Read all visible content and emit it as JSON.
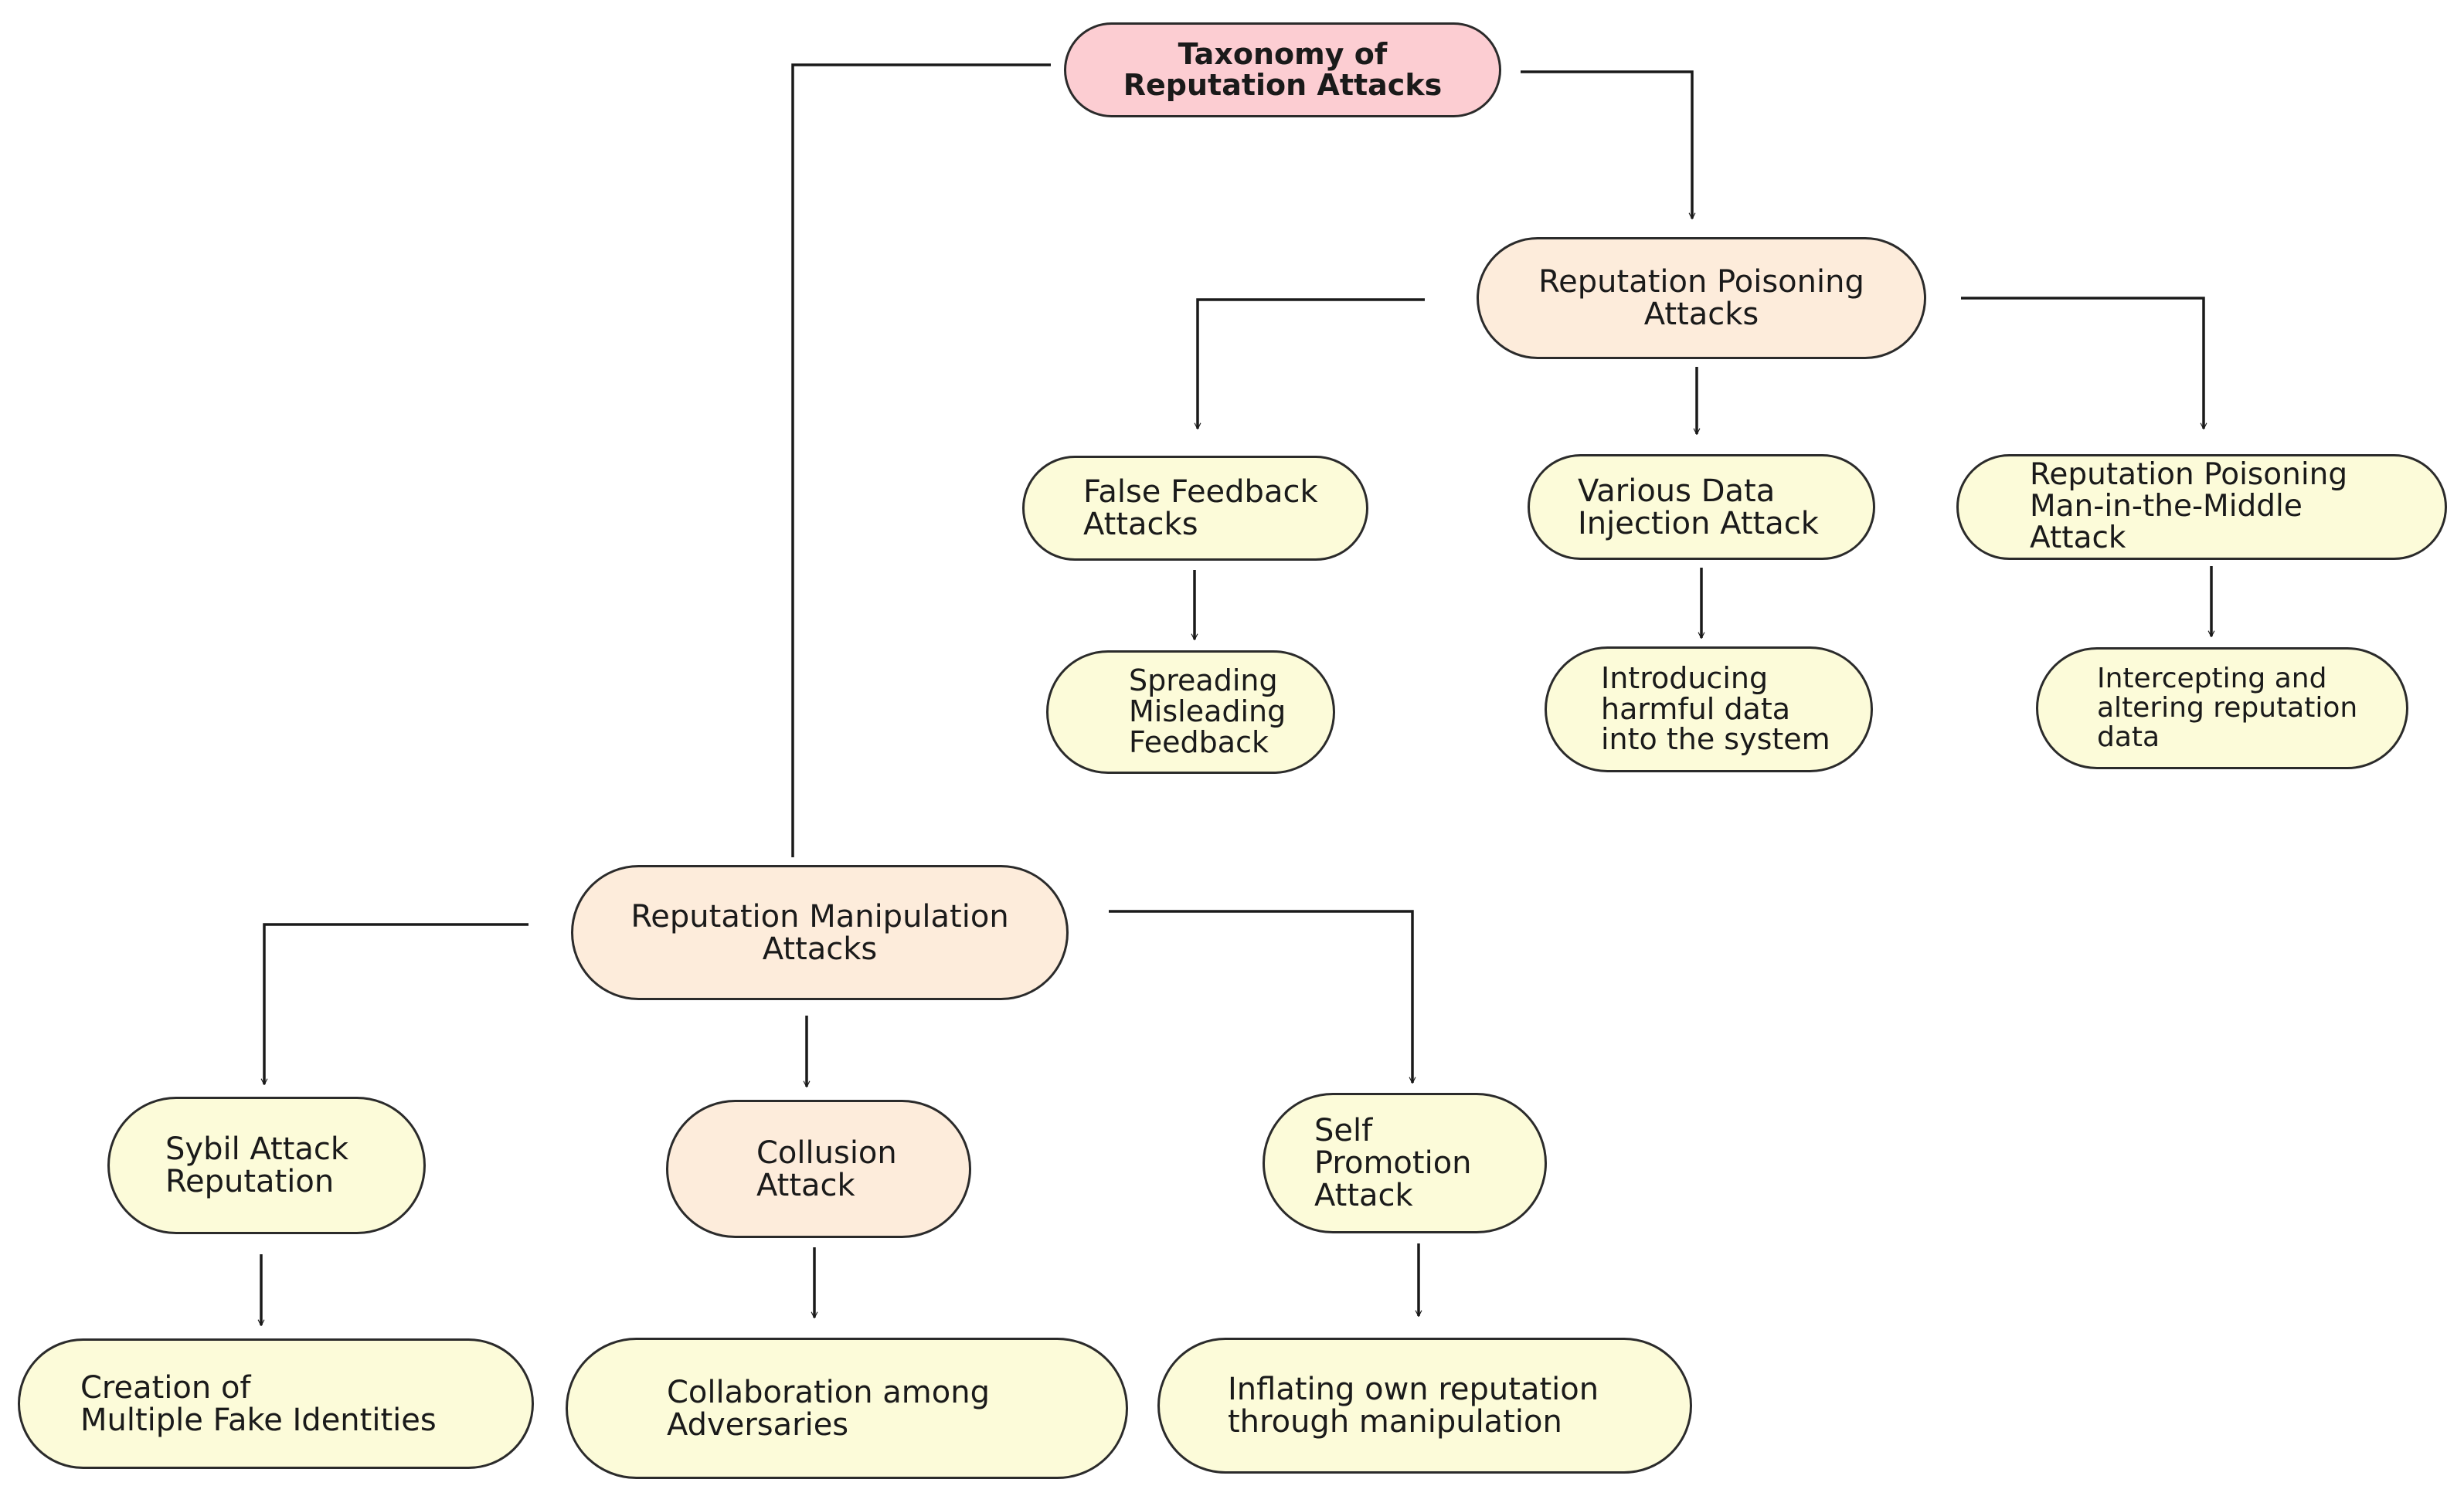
{
  "diagram": {
    "root": {
      "lines": [
        "Taxonomy of",
        "Reputation Attacks"
      ]
    },
    "poisoning": {
      "category": {
        "lines": [
          "Reputation Poisoning",
          "Attacks"
        ]
      },
      "false_feedback": {
        "lines": [
          "False Feedback",
          "Attacks"
        ]
      },
      "false_feedback_desc": {
        "lines": [
          "Spreading",
          "Misleading",
          "Feedback"
        ]
      },
      "data_injection": {
        "lines": [
          "Various Data",
          "Injection Attack"
        ]
      },
      "data_injection_desc": {
        "lines": [
          "Introducing",
          "harmful data",
          "into the system"
        ]
      },
      "mitm": {
        "lines": [
          "Reputation Poisoning",
          "Man-in-the-Middle",
          "Attack"
        ]
      },
      "mitm_desc": {
        "lines": [
          "Intercepting and",
          "altering reputation",
          "data"
        ]
      }
    },
    "manipulation": {
      "category": {
        "lines": [
          "Reputation Manipulation",
          "Attacks"
        ]
      },
      "sybil": {
        "lines": [
          "Sybil Attack",
          "Reputation"
        ]
      },
      "sybil_desc": {
        "lines": [
          "Creation of",
          "Multiple Fake Identities"
        ]
      },
      "collusion": {
        "lines": [
          "Collusion",
          "Attack"
        ]
      },
      "collusion_desc": {
        "lines": [
          "Collaboration among",
          "Adversaries"
        ]
      },
      "self_promotion": {
        "lines": [
          "Self",
          "Promotion",
          "Attack"
        ]
      },
      "self_promotion_desc": {
        "lines": [
          "Inflating own reputation",
          "through manipulation"
        ]
      }
    }
  }
}
